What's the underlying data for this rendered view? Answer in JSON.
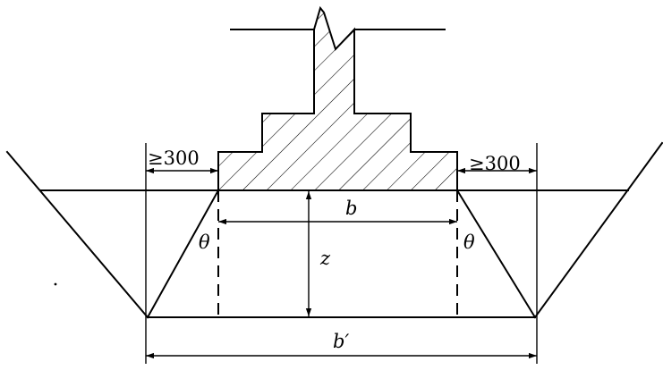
{
  "labels": {
    "left_clearance": "≥300",
    "right_clearance": "≥300",
    "footing_width": "b",
    "depth": "z",
    "pressure_angle_left": "θ",
    "pressure_angle_right": "θ",
    "bottom_width": "b′"
  }
}
